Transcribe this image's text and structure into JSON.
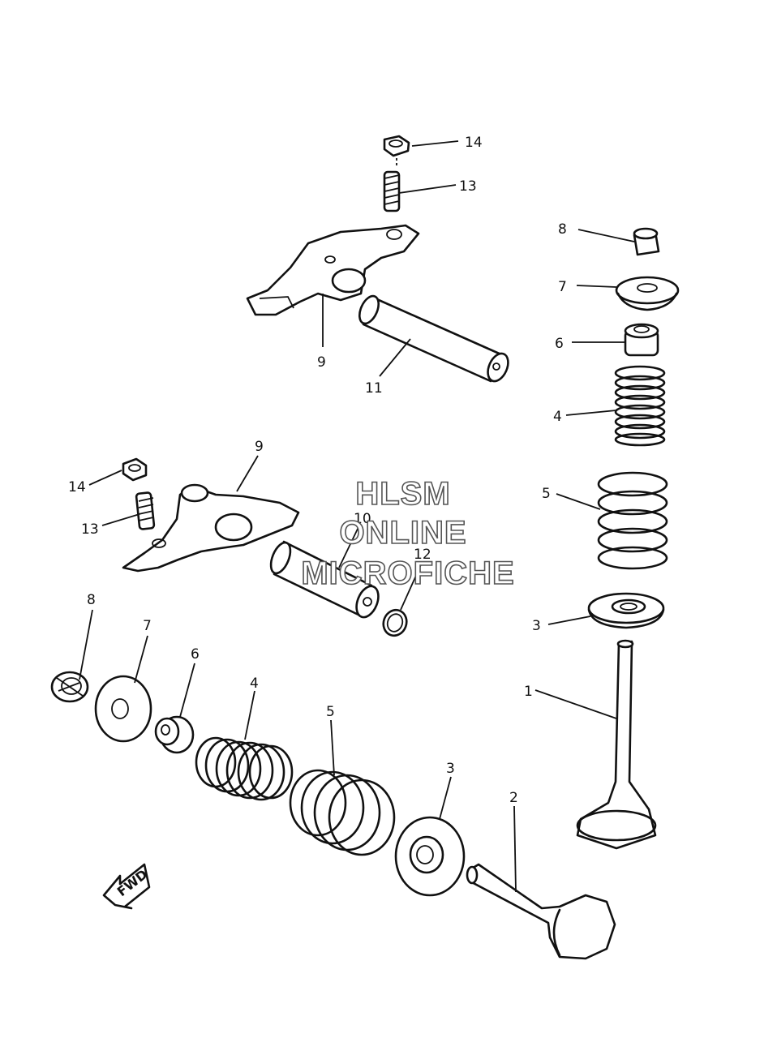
{
  "callouts": {
    "c14a": "14",
    "c13a": "13",
    "c9a": "9",
    "c11": "11",
    "c8r": "8",
    "c7r": "7",
    "c6r": "6",
    "c4r": "4",
    "c5r": "5",
    "c3r": "3",
    "c1": "1",
    "c9b": "9",
    "c14b": "14",
    "c13b": "13",
    "c10": "10",
    "c12": "12",
    "c8l": "8",
    "c7l": "7",
    "c6l": "6",
    "c4l": "4",
    "c5l": "5",
    "c3l": "3",
    "c2": "2"
  },
  "watermark": [
    "HLSM",
    "ONLINE",
    "MICROFICHE"
  ],
  "fwd_label": "FWD"
}
